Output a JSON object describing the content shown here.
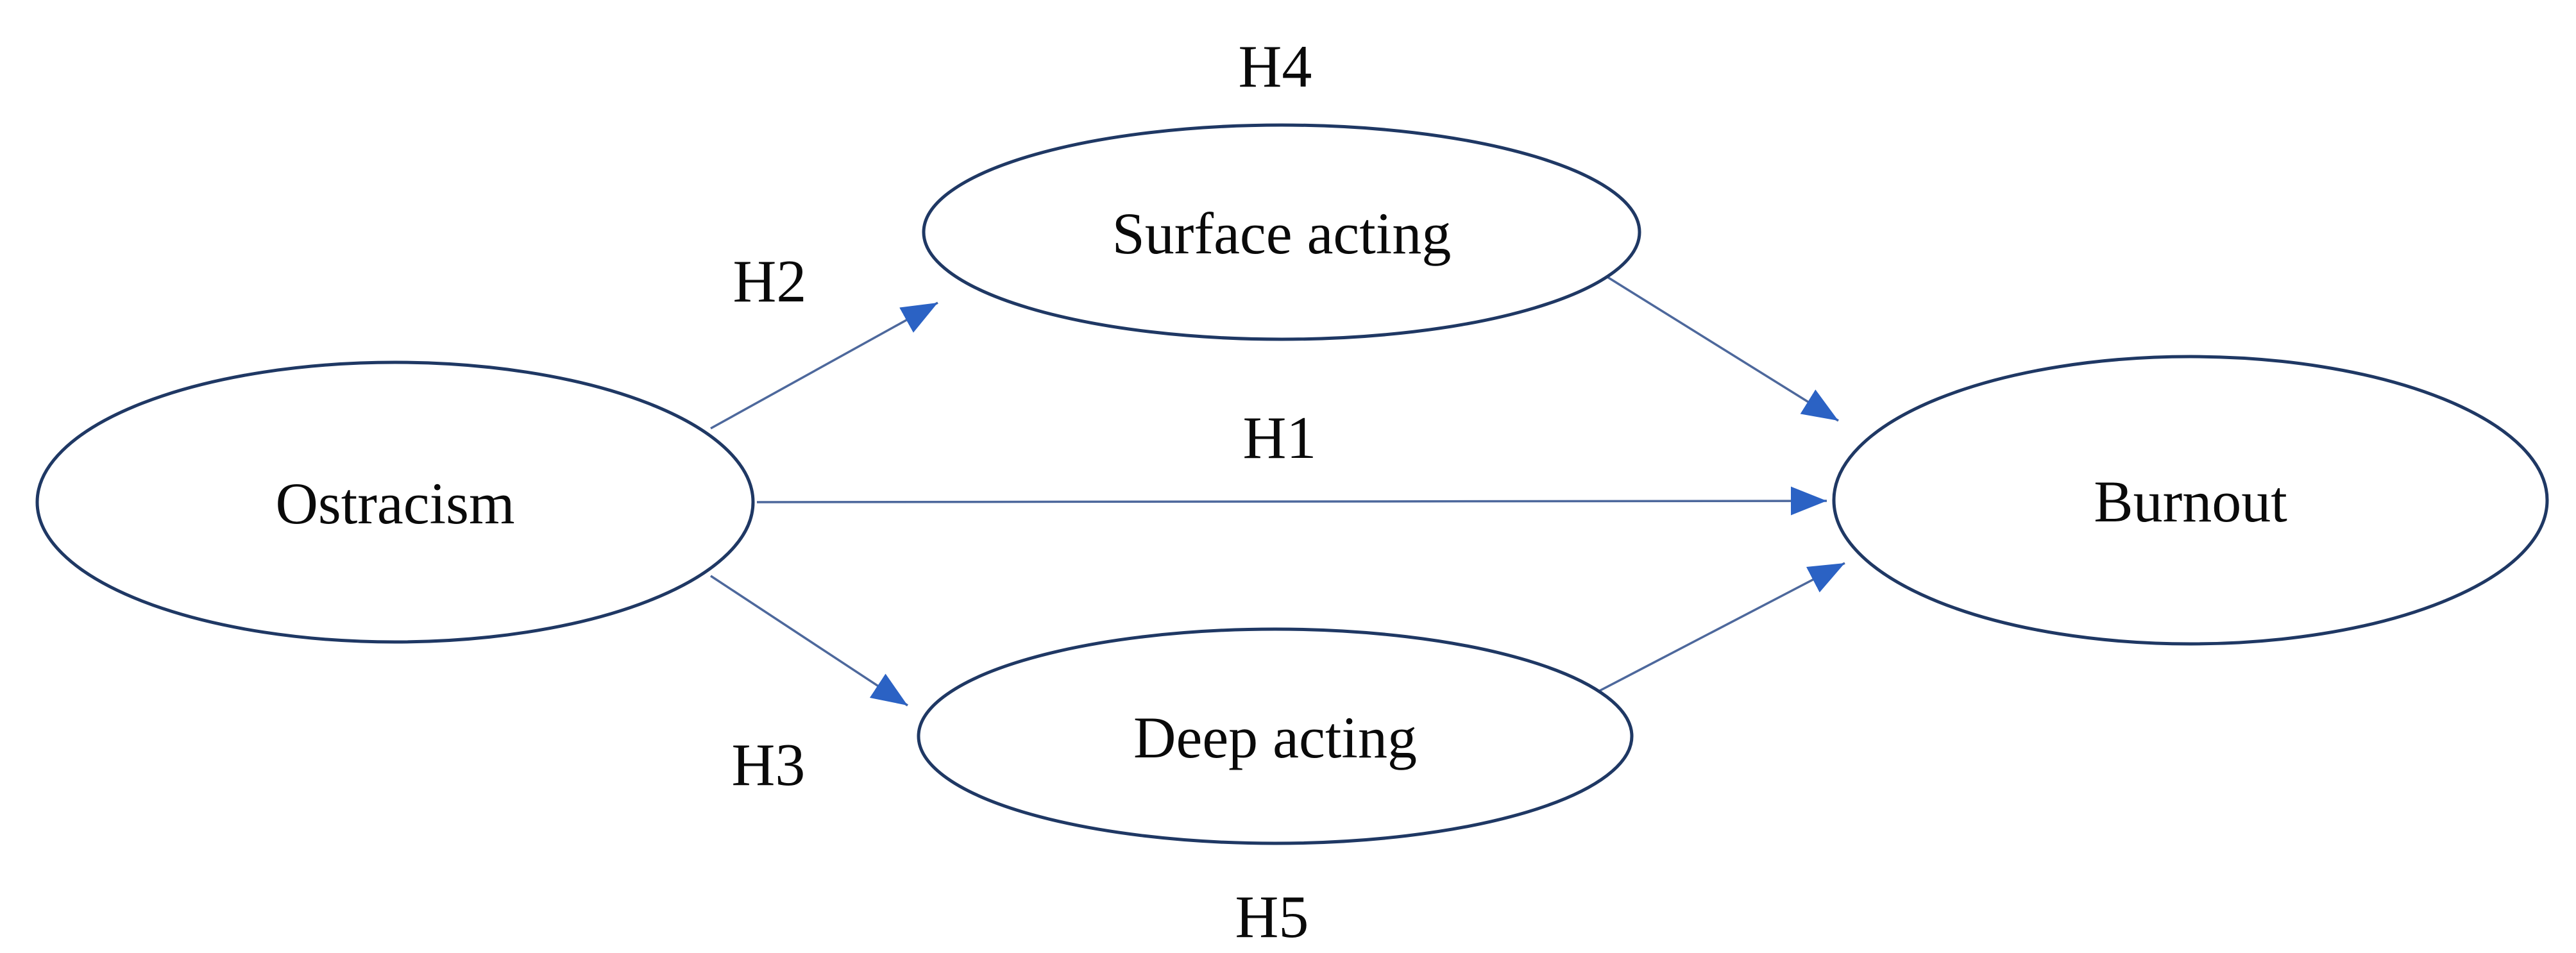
{
  "figure": {
    "kind": "hypothesis-path-diagram",
    "background_color": "#ffffff",
    "colors": {
      "node_stroke": "#1f3864",
      "node_fill": "#ffffff",
      "arrow_line": "#4d689c",
      "arrow_head": "#2b62c4",
      "text": "#0a0a0a"
    },
    "nodes": [
      {
        "id": "ostracism",
        "label": "Ostracism"
      },
      {
        "id": "surface-acting",
        "label": "Surface acting"
      },
      {
        "id": "deep-acting",
        "label": "Deep acting"
      },
      {
        "id": "burnout",
        "label": "Burnout"
      }
    ],
    "paths": [
      {
        "id": "h1",
        "label": "H1",
        "from": "ostracism",
        "to": "burnout"
      },
      {
        "id": "h2",
        "label": "H2",
        "from": "ostracism",
        "to": "surface-acting"
      },
      {
        "id": "h3",
        "label": "H3",
        "from": "ostracism",
        "to": "deep-acting"
      },
      {
        "id": "h4",
        "label": "H4",
        "from": "surface-acting",
        "to": "burnout"
      },
      {
        "id": "h5",
        "label": "H5",
        "from": "deep-acting",
        "to": "burnout"
      }
    ]
  }
}
